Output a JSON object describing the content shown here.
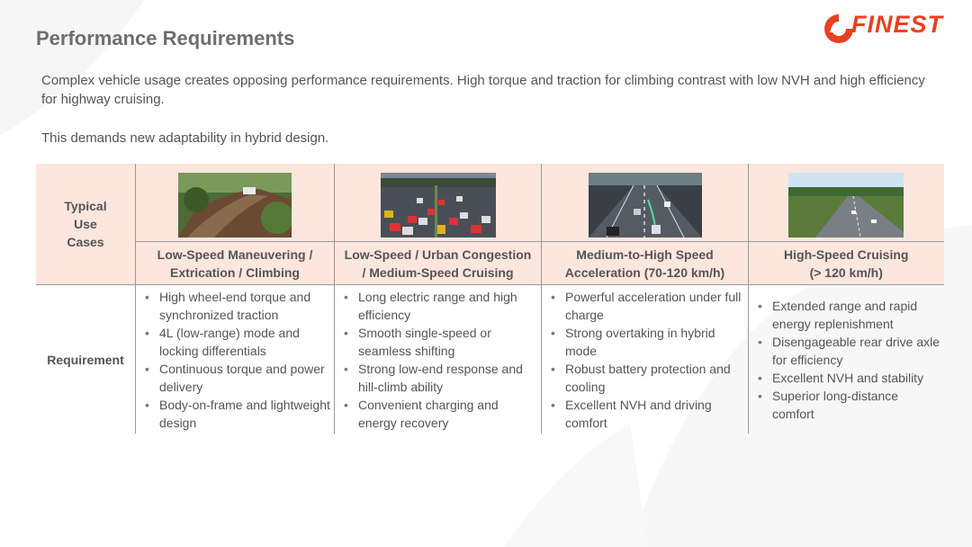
{
  "brand": {
    "logo_text": "FINEST",
    "accent": "#e8411f"
  },
  "page": {
    "title": "Performance Requirements",
    "intro": "Complex vehicle usage creates opposing performance requirements. High torque and traction for climbing contrast with low NVH and high efficiency for highway cruising.",
    "intro2": "This demands new adaptability in hybrid design."
  },
  "table": {
    "row_header_use_cases": "Typical Use Cases",
    "row_header_requirement": "Requirement",
    "header_bg": "#fce6dd",
    "columns": [
      {
        "image": "offroad-climbing-photo",
        "title_line1": "Low-Speed Maneuvering /",
        "title_line2": "Extrication / Climbing",
        "requirements": [
          "High wheel-end torque and synchronized traction",
          "4L (low-range) mode and locking differentials",
          "Continuous torque and power delivery",
          "Body-on-frame and lightweight design"
        ]
      },
      {
        "image": "urban-traffic-photo",
        "title_line1": "Low-Speed / Urban Congestion",
        "title_line2": "/ Medium-Speed Cruising",
        "requirements": [
          "Long electric range and high efficiency",
          "Smooth single-speed or seamless shifting",
          "Strong low-end response and hill-climb ability",
          "Convenient charging and energy recovery"
        ]
      },
      {
        "image": "highway-acceleration-photo",
        "title_line1": "Medium-to-High Speed",
        "title_line2": "Acceleration (70-120 km/h)",
        "requirements": [
          "Powerful acceleration under full charge",
          "Strong overtaking in hybrid mode",
          "Robust battery protection and cooling",
          "Excellent NVH and driving comfort"
        ]
      },
      {
        "image": "highway-cruising-photo",
        "title_line1": "High-Speed Cruising",
        "title_line2": "(> 120 km/h)",
        "requirements": [
          "Extended range and rapid energy replenishment",
          "Disengageable rear drive axle for efficiency",
          "Excellent NVH and stability",
          "Superior long-distance comfort"
        ]
      }
    ]
  }
}
